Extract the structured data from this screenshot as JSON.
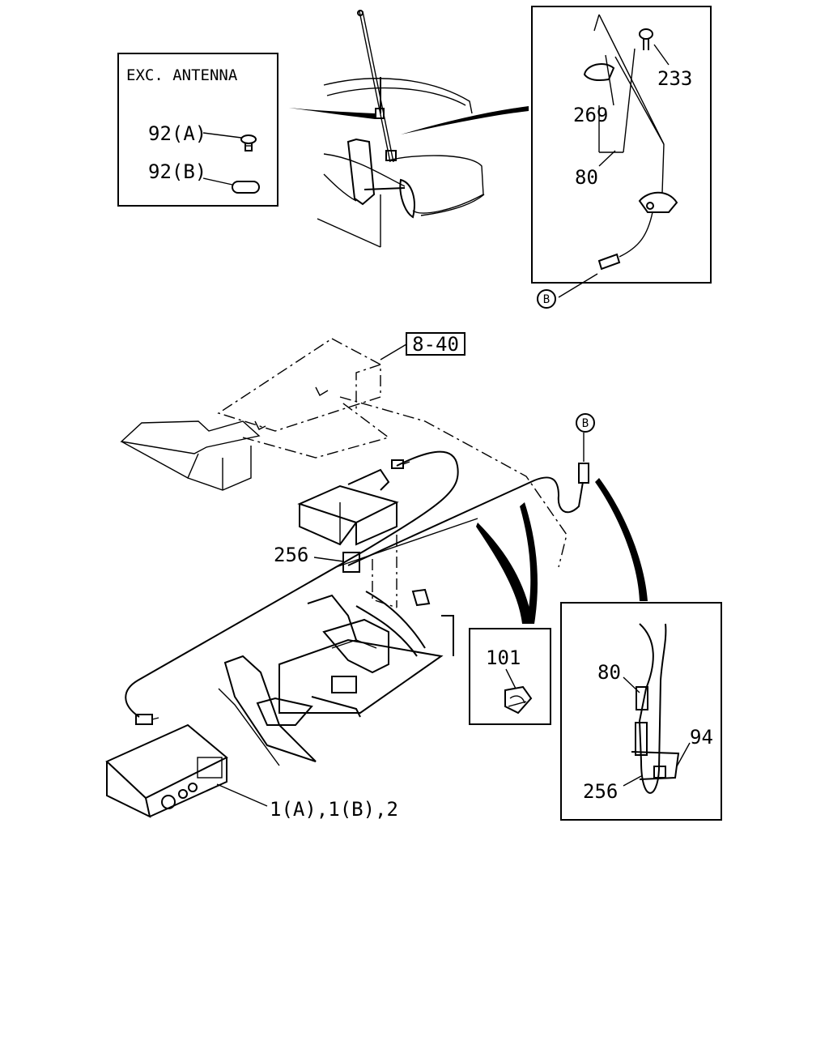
{
  "exc_antenna_box": {
    "title": "EXC. ANTENNA",
    "parts": [
      "92(A)",
      "92(B)"
    ]
  },
  "antenna_detail": {
    "parts": [
      "233",
      "269",
      "80"
    ],
    "connector_ref": "B"
  },
  "main_view": {
    "ref_box": "8-40",
    "connector_ref": "B",
    "clip_label": "256",
    "radio_label": "1(A),1(B),2"
  },
  "clip_detail": {
    "part": "101"
  },
  "cable_detail": {
    "parts": [
      "80",
      "94",
      "256"
    ]
  }
}
